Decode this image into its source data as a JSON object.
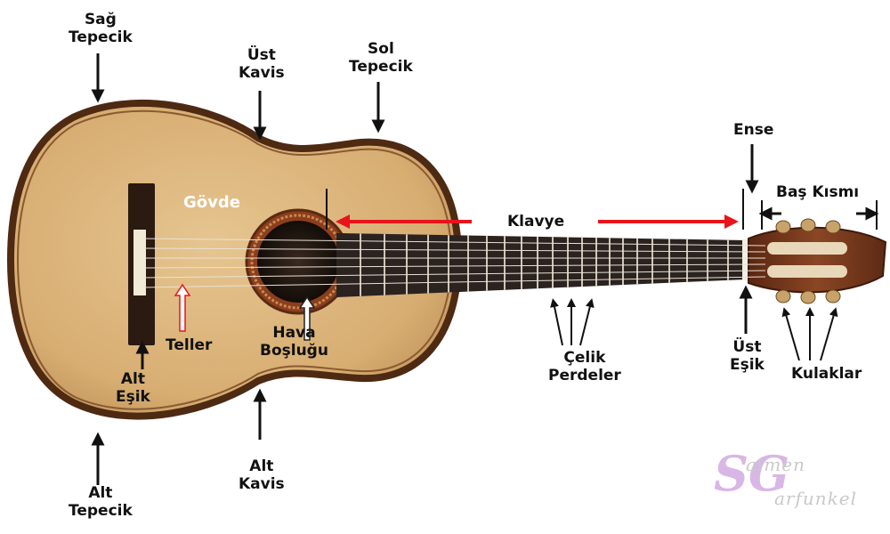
{
  "labels": {
    "sag_tepecik": "Sağ\nTepecik",
    "ust_kavis": "Üst\nKavis",
    "sol_tepecik": "Sol\nTepecik",
    "ense": "Ense",
    "bas_kismi": "Baş Kısmı",
    "govde": "Gövde",
    "klavye": "Klavye",
    "teller": "Teller",
    "hava_boslugu": "Hava\nBoşluğu",
    "alt_esik": "Alt\nEşik",
    "celik_perdeler": "Çelik\nPerdeler",
    "ust_esik": "Üst\nEşik",
    "kulaklar": "Kulaklar",
    "alt_tepecik": "Alt\nTepecik",
    "alt_kavis": "Alt\nKavis"
  },
  "watermark": {
    "line1": "aimen",
    "line2": "arfunkel",
    "initials": "SG"
  },
  "colors": {
    "arrow_red": "#e8141b",
    "arrow_black": "#111111",
    "body_wood": "#d9b27a",
    "rim_wood": "#6b3b1c",
    "fretboard": "#2a2320",
    "head_wood": "#7a3a1e"
  }
}
